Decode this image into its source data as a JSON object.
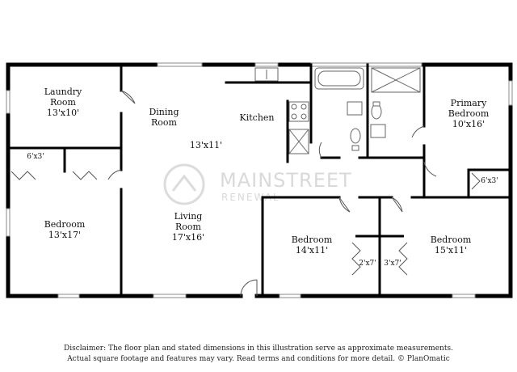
{
  "watermark": {
    "brand": "MAINSTREET",
    "sub": "RENEWAL"
  },
  "rooms": {
    "laundry": {
      "name1": "Laundry",
      "name2": "Room",
      "dim": "13'x10'"
    },
    "dining": {
      "name1": "Dining",
      "name2": "Room"
    },
    "kitchen": {
      "name": "Kitchen"
    },
    "kitchen_dining_dim": "13'x11'",
    "closet_left": {
      "dim": "6'x3'"
    },
    "bedroom_left": {
      "name": "Bedroom",
      "dim": "13'x17'"
    },
    "living": {
      "name1": "Living",
      "name2": "Room",
      "dim": "17'x16'"
    },
    "primary": {
      "name1": "Primary",
      "name2": "Bedroom",
      "dim": "10'x16'"
    },
    "closet_primary": {
      "dim": "6'x3'"
    },
    "bedroom_mid": {
      "name": "Bedroom",
      "dim": "14'x11'"
    },
    "bedroom_right": {
      "name": "Bedroom",
      "dim": "15'x11'"
    },
    "closet_mid": {
      "dim": "2'x7'"
    },
    "closet_right": {
      "dim": "3'x7'"
    }
  },
  "disclaimer": {
    "line1": "Disclaimer: The floor plan and stated dimensions in this illustration serve as approximate measurements.",
    "line2": "Actual square footage and features may vary. Read terms and conditions for more detail. © PlanOmatic"
  }
}
